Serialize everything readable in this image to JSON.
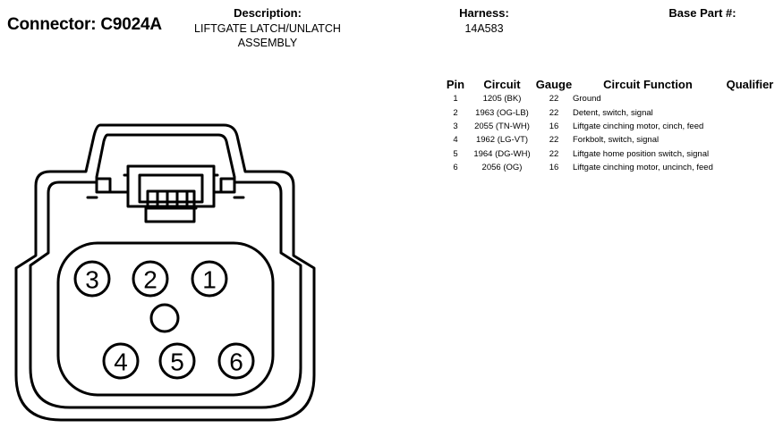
{
  "connector": {
    "label": "Connector: C9024A"
  },
  "description": {
    "label": "Description:",
    "line1": "LIFTGATE LATCH/UNLATCH",
    "line2": "ASSEMBLY"
  },
  "harness": {
    "label": "Harness:",
    "value": "14A583"
  },
  "base_part": {
    "label": "Base Part #:"
  },
  "table": {
    "headers": {
      "pin": "Pin",
      "circuit": "Circuit",
      "gauge": "Gauge",
      "function": "Circuit Function",
      "qualifier": "Qualifier"
    },
    "rows": [
      {
        "pin": "1",
        "circuit": "1205 (BK)",
        "gauge": "22",
        "function": "Ground",
        "qualifier": ""
      },
      {
        "pin": "2",
        "circuit": "1963 (OG-LB)",
        "gauge": "22",
        "function": "Detent, switch, signal",
        "qualifier": ""
      },
      {
        "pin": "3",
        "circuit": "2055 (TN-WH)",
        "gauge": "16",
        "function": "Liftgate cinching motor, cinch, feed",
        "qualifier": ""
      },
      {
        "pin": "4",
        "circuit": "1962 (LG-VT)",
        "gauge": "22",
        "function": "Forkbolt, switch, signal",
        "qualifier": ""
      },
      {
        "pin": "5",
        "circuit": "1964 (DG-WH)",
        "gauge": "22",
        "function": "Liftgate home position switch, signal",
        "qualifier": ""
      },
      {
        "pin": "6",
        "circuit": "2056 (OG)",
        "gauge": "16",
        "function": "Liftgate cinching motor, uncinch, feed",
        "qualifier": ""
      }
    ]
  },
  "diagram": {
    "pins": [
      "3",
      "2",
      "1",
      "4",
      "5",
      "6"
    ]
  }
}
